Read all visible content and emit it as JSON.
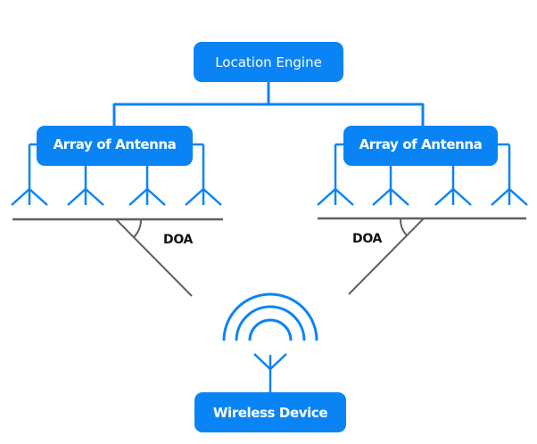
{
  "diagram": {
    "title": "Direction of Arrival (DOA) Localization",
    "colors": {
      "accent": "#0a84f5",
      "line_gray": "#5f5f5f",
      "text_on_accent": "#ffffff",
      "label_text": "#111111"
    },
    "nodes": {
      "location_engine": {
        "label": "Location Engine",
        "icon": "none"
      },
      "array_left": {
        "label": "Array of Antenna",
        "antenna_count": 4
      },
      "array_right": {
        "label": "Array of Antenna",
        "antenna_count": 4
      },
      "wireless_device": {
        "label": "Wireless Device",
        "icon": "antenna-wifi-icon"
      }
    },
    "angles": {
      "left": {
        "label": "DOA"
      },
      "right": {
        "label": "DOA"
      }
    },
    "signal": {
      "arc_count": 3,
      "icon": "wireless-signal-icon"
    }
  }
}
